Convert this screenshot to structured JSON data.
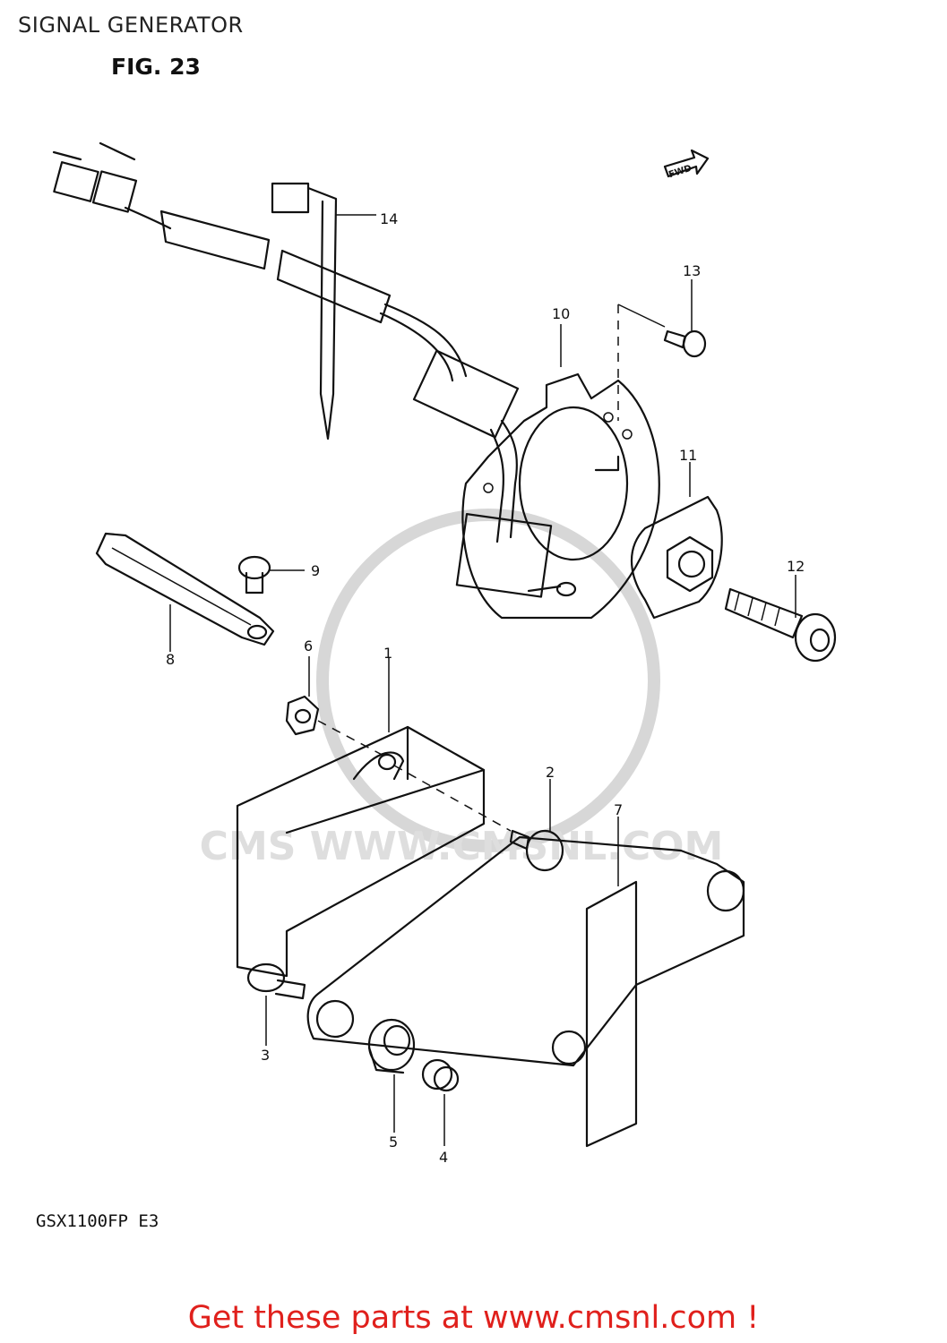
{
  "header": {
    "title": "SIGNAL GENERATOR",
    "figure": "FIG. 23"
  },
  "diagram": {
    "model_code": "GSX1100FP E3",
    "forward_badge": "FWD",
    "watermark": "CMS WWW.CMSNL.COM",
    "callouts": {
      "c1": "1",
      "c2": "2",
      "c3": "3",
      "c4": "4",
      "c5": "5",
      "c6": "6",
      "c7": "7",
      "c8": "8",
      "c9": "9",
      "c10": "10",
      "c11": "11",
      "c12": "12",
      "c13": "13",
      "c14": "14"
    }
  },
  "footer": {
    "cta": "Get these parts at www.cmsnl.com !"
  },
  "colors": {
    "cta": "#e0201c",
    "ink": "#111111",
    "watermark": "#d7d7d7"
  }
}
